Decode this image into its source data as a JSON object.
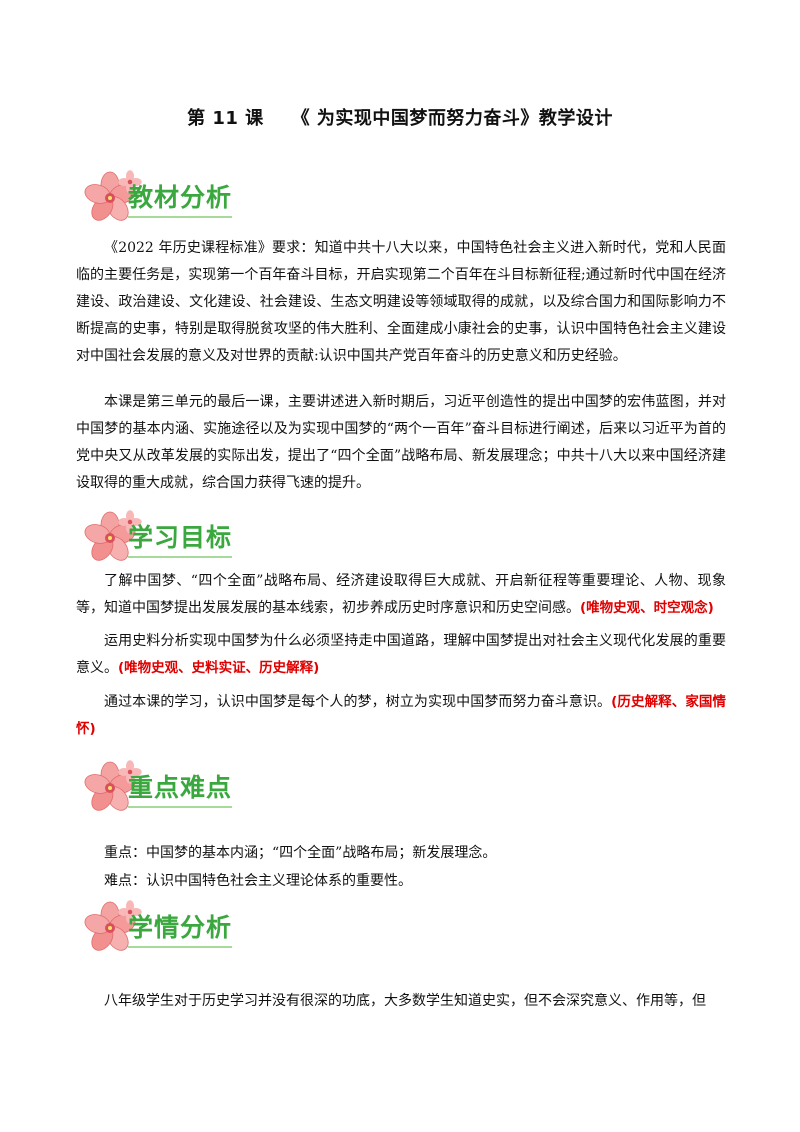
{
  "title": {
    "lesson": "第 11 课",
    "name": "《 为实现中国梦而努力奋斗》教学设计"
  },
  "sections": {
    "analysis": "教材分析",
    "goals": "学习目标",
    "keypoints": "重点难点",
    "learner": "学情分析"
  },
  "analysis": {
    "p1": "《2022 年历史课程标准》要求：知道中共十八大以来，中国特色社会主义进入新时代，党和人民面临的主要任务是，实现第一个百年奋斗目标，开启实现第二个百年在斗目标新征程;通过新时代中国在经济建设、政治建设、文化建设、社会建设、生态文明建设等领域取得的成就，以及综合国力和国际影响力不断提高的史事，特别是取得脱贫攻坚的伟大胜利、全面建成小康社会的史事，认识中国特色社会主义建设对中国社会发展的意义及对世界的贡献:认识中国共产党百年奋斗的历史意义和历史经验。",
    "p2": "本课是第三单元的最后一课，主要讲述进入新时期后，习近平创造性的提出中国梦的宏伟蓝图，并对中国梦的基本内涵、实施途径以及为实现中国梦的“两个一百年”奋斗目标进行阐述，后来以习近平为首的党中央又从改革发展的实际出发，提出了“四个全面”战略布局、新发展理念；中共十八大以来中国经济建设取得的重大成就，综合国力获得飞速的提升。"
  },
  "goals": {
    "g1_text": "了解中国梦、“四个全面”战略布局、经济建设取得巨大成就、开启新征程等重要理论、人物、现象等，知道中国梦提出发展发展的基本线索，初步养成历史时序意识和历史空间感。",
    "g1_tag": "(唯物史观、时空观念)",
    "g2_text": "运用史料分析实现中国梦为什么必须坚持走中国道路，理解中国梦提出对社会主义现代化发展的重要意义。",
    "g2_tag": "(唯物史观、史料实证、历史解释)",
    "g3_text": "通过本课的学习，认识中国梦是每个人的梦，树立为实现中国梦而努力奋斗意识。",
    "g3_tag": "(历史解释、家国情怀)"
  },
  "keypoints": {
    "key": "重点：中国梦的基本内涵；“四个全面”战略布局；新发展理念。",
    "difficulty": "难点：认识中国特色社会主义理论体系的重要性。"
  },
  "learner": {
    "p1": "八年级学生对于历史学习并没有很深的功底，大多数学生知道史实，但不会深究意义、作用等，但"
  },
  "colors": {
    "heading": "#3aa83f",
    "tag": "#e00000",
    "flower": "#f08a8a"
  }
}
